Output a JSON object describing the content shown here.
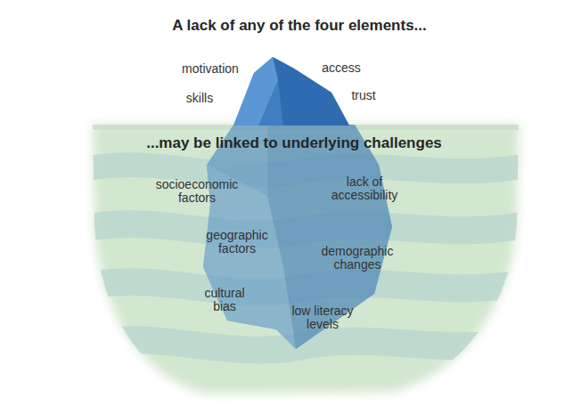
{
  "diagram": {
    "title": "A lack of any of the four elements...",
    "labels": [
      "motivation",
      "access",
      "skills",
      "trust",
      "...may be linked to underlying challenges",
      "socioeconomic factors",
      "lack of accessibility",
      "geographic factors",
      "demographic changes",
      "cultural bias",
      "low literacy levels"
    ]
  }
}
